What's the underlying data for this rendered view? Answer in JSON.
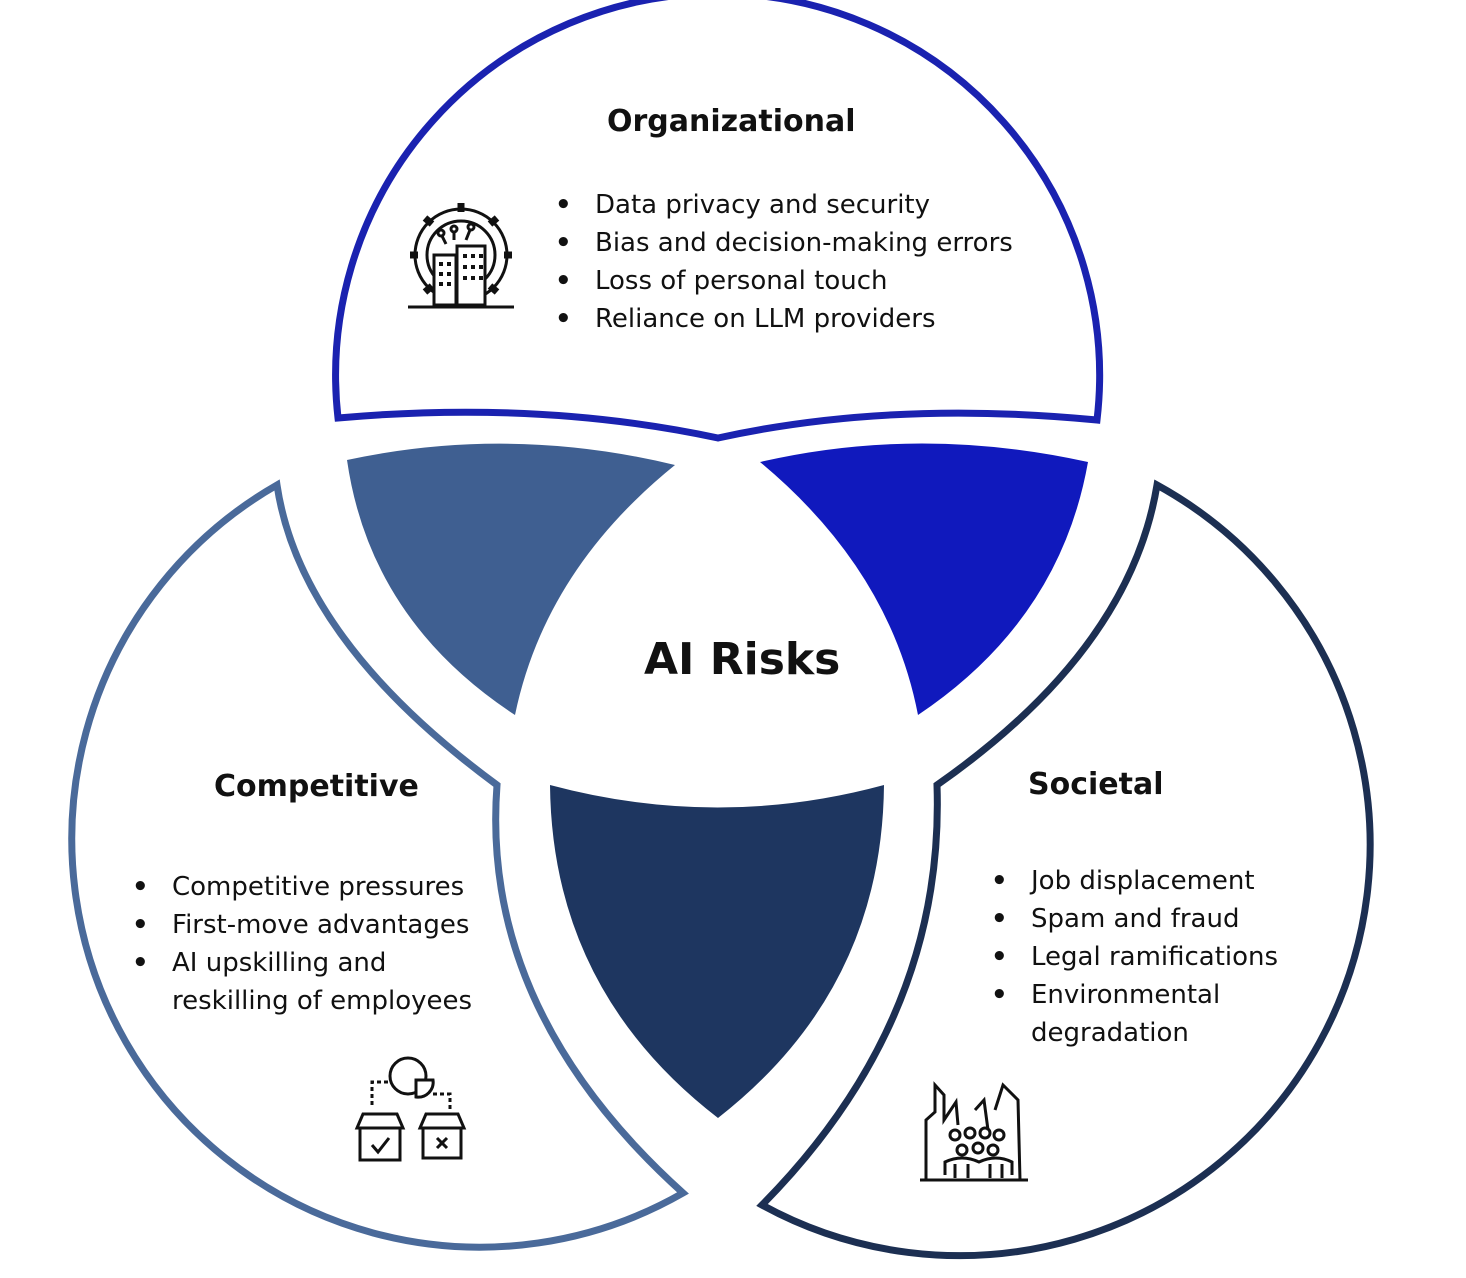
{
  "center": {
    "title": "AI Risks"
  },
  "organizational": {
    "title": "Organizational",
    "items": [
      "Data privacy and security",
      "Bias and decision-making errors",
      "Loss of personal touch",
      "Reliance on LLM providers"
    ],
    "icon": "gear-building-icon",
    "color": "#1a22b0"
  },
  "competitive": {
    "title": "Competitive",
    "items": [
      "Competitive pressures",
      "First-move advantages",
      "AI upskilling and\nreskilling of employees"
    ],
    "icon": "market-stores-icon",
    "color": "#4a6a9a"
  },
  "societal": {
    "title": "Societal",
    "items": [
      "Job displacement",
      "Spam and fraud",
      "Legal ramifications",
      "Environmental\ndegradation"
    ],
    "icon": "city-people-icon",
    "color": "#1c2f52"
  },
  "overlaps": {
    "org_competitive": "#3f5f91",
    "org_societal": "#1019bd",
    "competitive_societal": "#1e3660"
  }
}
